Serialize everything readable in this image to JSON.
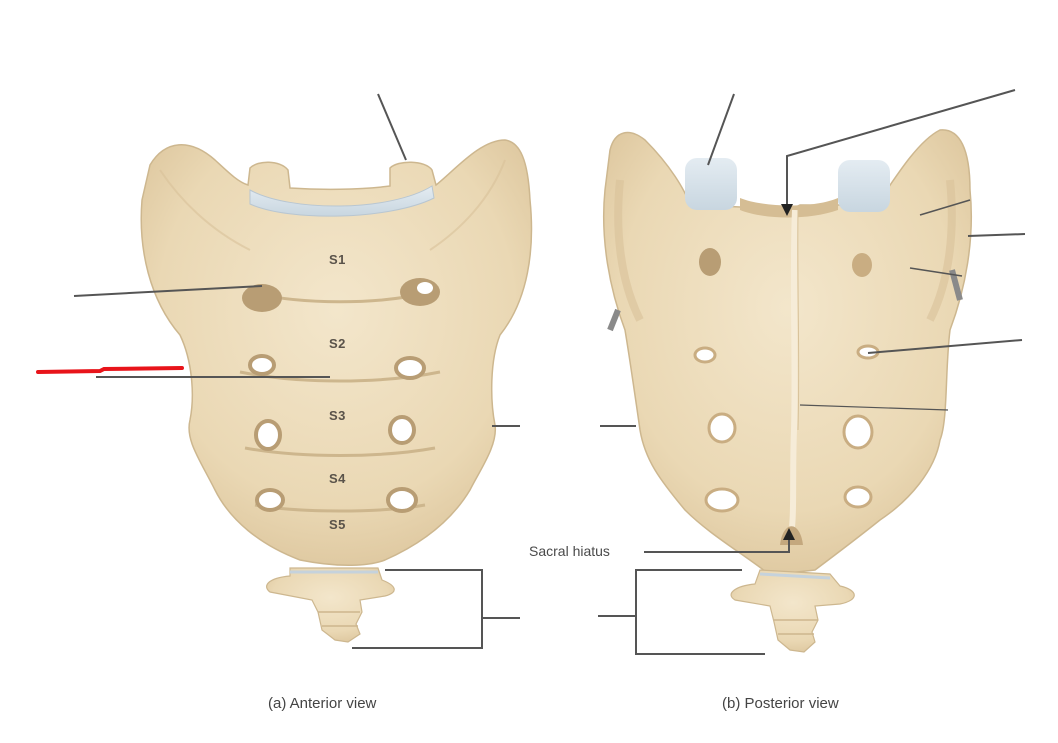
{
  "figure": {
    "anterior": {
      "caption": "(a) Anterior view",
      "segments": [
        "S1",
        "S2",
        "S3",
        "S4",
        "S5"
      ]
    },
    "posterior": {
      "caption": "(b) Posterior view",
      "callouts": [
        {
          "label": "Sacral hiatus"
        }
      ]
    },
    "colors": {
      "bone": "#efe0c2",
      "bone_shade": "#dcc8a2",
      "bone_dark": "#c9b28a",
      "cartilage": "#d7e2ea",
      "leader_line": "#555555",
      "annotation_red": "#e8141a",
      "background": "#ffffff"
    },
    "annotations": [
      {
        "type": "red-line",
        "description": "red marker line pointing at transverse ridge between S2 and S3"
      }
    ]
  }
}
